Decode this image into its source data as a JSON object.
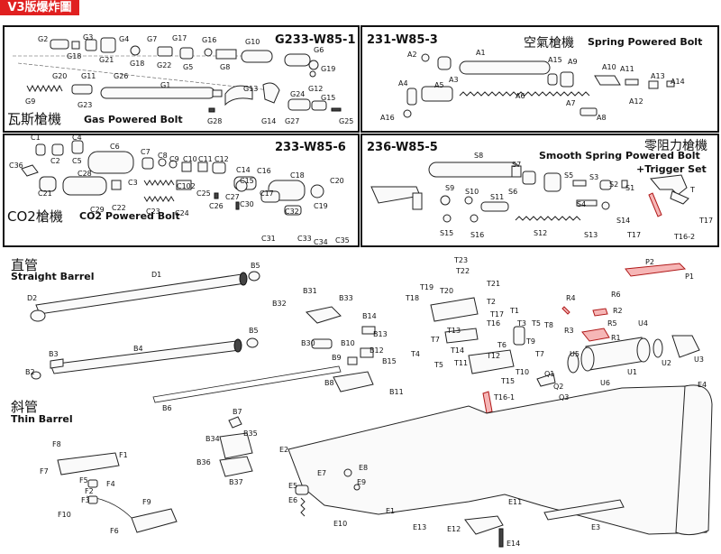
{
  "page_label": "V3版爆炸圖",
  "colors": {
    "label_bg": "#e02020",
    "accent_red": "#b01818",
    "border": "#111111"
  },
  "panels": {
    "gas_bolt": {
      "code": "G233-W85-1",
      "title_zh": "瓦斯槍機",
      "title_en": "Gas Powered Bolt"
    },
    "spring_bolt": {
      "code": "231-W85-3",
      "title_zh": "空氣槍機",
      "title_en": "Spring Powered Bolt"
    },
    "co2_bolt": {
      "code": "233-W85-6",
      "title_zh": "CO2槍機",
      "title_en": "CO2 Powered Bolt"
    },
    "smooth_bolt": {
      "code": "236-W85-5",
      "title_zh": "零阻力槍機",
      "title_en": "Smooth Spring Powered Bolt",
      "title_en2": "+Trigger Set"
    }
  },
  "sections": {
    "straight_barrel": {
      "title_zh": "直管",
      "title_en": "Straight Barrel"
    },
    "thin_barrel": {
      "title_zh": "斜管",
      "title_en": "Thin Barrel"
    }
  },
  "parts": {
    "gas": [
      "G2",
      "G3",
      "G4",
      "G7",
      "G17",
      "G16",
      "G10",
      "G18",
      "G21",
      "G18",
      "G22",
      "G5",
      "G8",
      "G6",
      "G19",
      "G20",
      "G11",
      "G26",
      "G1",
      "G9",
      "G23",
      "G13",
      "G28",
      "G24",
      "G12",
      "G15",
      "G14",
      "G27",
      "G25"
    ],
    "spring": [
      "A2",
      "A1",
      "A15",
      "A9",
      "A10",
      "A11",
      "A3",
      "A13",
      "A14",
      "A4",
      "A5",
      "A6",
      "A12",
      "A7",
      "A16",
      "A8"
    ],
    "co2": [
      "C1",
      "C4",
      "C6",
      "C2",
      "C5",
      "C7",
      "C8",
      "C9",
      "C10",
      "C11",
      "C12",
      "C36",
      "C28",
      "C14",
      "C16",
      "C18",
      "C20",
      "C21",
      "C3",
      "C102",
      "C25",
      "C15",
      "C17",
      "C29",
      "C22",
      "C23",
      "C24",
      "C26",
      "C27",
      "C19",
      "C30",
      "C32",
      "C31",
      "C33",
      "C34",
      "C35"
    ],
    "smooth": [
      "S8",
      "S7",
      "S6",
      "S5",
      "S3",
      "S2",
      "S1",
      "S9",
      "S10",
      "S11",
      "S4",
      "S14",
      "S15",
      "S16",
      "S12",
      "S13",
      "T",
      "T17",
      "T17",
      "T16-2"
    ],
    "straight": [
      "D1",
      "B5",
      "D2"
    ],
    "thin": [
      "B3",
      "B4",
      "B5",
      "B2",
      "B6"
    ],
    "mount": [
      "B31",
      "B32",
      "B33",
      "B14",
      "B13",
      "B30",
      "B10",
      "B12",
      "B9",
      "B15",
      "B8",
      "B11"
    ],
    "trigger": [
      "T23",
      "T22",
      "T21",
      "T19",
      "T20",
      "T18",
      "T2",
      "T17",
      "T1",
      "T16",
      "T13",
      "T3",
      "T5",
      "T8",
      "T6",
      "T7",
      "T9",
      "T4",
      "T14",
      "T5",
      "T11",
      "T12",
      "T7",
      "T10",
      "T15",
      "Q1",
      "Q2",
      "T16-1",
      "Q3"
    ],
    "scope": [
      "P2",
      "P1",
      "R4",
      "R6",
      "R2",
      "R3",
      "R5",
      "R1",
      "U4",
      "U5",
      "U1",
      "U2",
      "U3",
      "U6"
    ],
    "stock": [
      "E4",
      "E2",
      "E3",
      "E5",
      "E6",
      "E7",
      "E8",
      "E9",
      "E1",
      "E10",
      "E11",
      "E12",
      "E13",
      "E14"
    ],
    "bipod": [
      "F8",
      "F1",
      "F7",
      "F5",
      "F4",
      "F2",
      "F3",
      "F9",
      "F10",
      "F6"
    ],
    "sling": [
      "B7",
      "B35",
      "B34",
      "B36",
      "B37"
    ]
  }
}
